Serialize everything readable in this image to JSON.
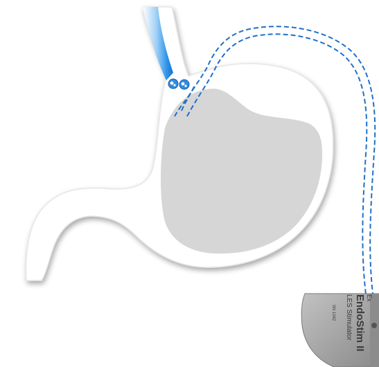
{
  "device": {
    "brand": "EndoStim II",
    "subtitle": "LES Stimulator",
    "serial": "SN 1042",
    "logo_text": "Ex",
    "colors": {
      "body": "#a6a6a6",
      "lead": "#1f6fc8",
      "stomach_fill": "#d6d6d6",
      "esophagus_accent": "#2b93e8"
    }
  }
}
